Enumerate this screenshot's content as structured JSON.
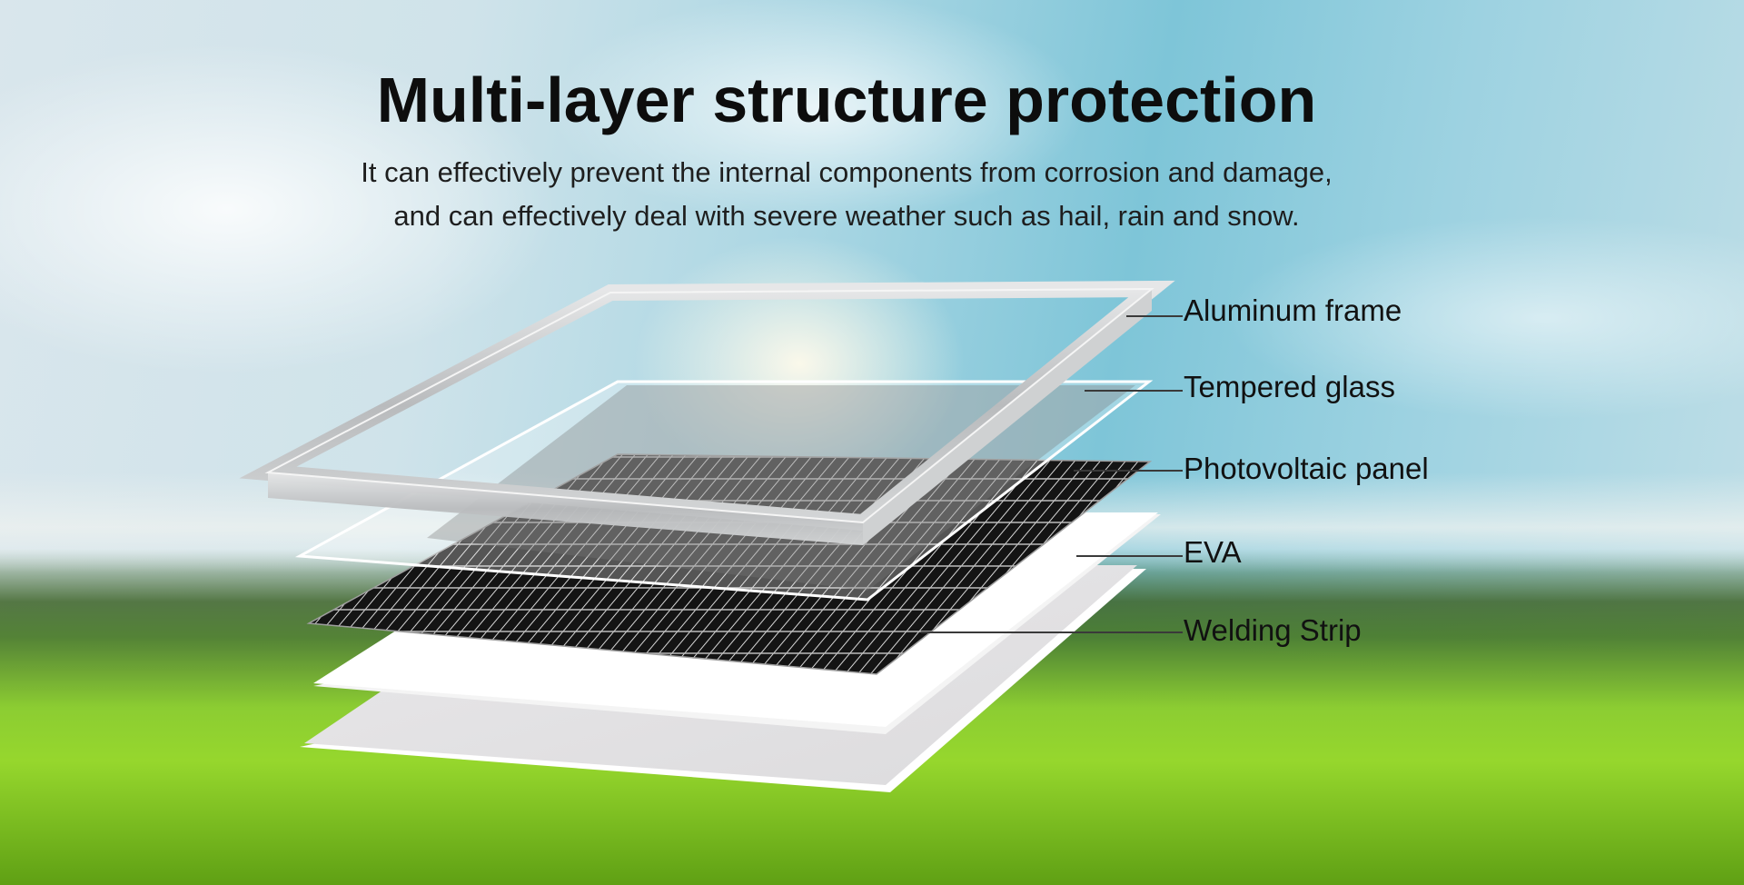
{
  "header": {
    "title": "Multi-layer structure protection",
    "subtitle_line1": "It can effectively prevent the internal components from corrosion and damage,",
    "subtitle_line2": "and can effectively deal with severe weather such as hail, rain and snow."
  },
  "diagram": {
    "layers": [
      {
        "id": "aluminum-frame",
        "label": "Aluminum frame"
      },
      {
        "id": "tempered-glass",
        "label": "Tempered glass"
      },
      {
        "id": "photovoltaic-panel",
        "label": "Photovoltaic panel"
      },
      {
        "id": "eva",
        "label": "EVA"
      },
      {
        "id": "welding-strip",
        "label": "Welding Strip"
      }
    ]
  },
  "colors": {
    "title_text": "#0d0d0d",
    "cell_dark": "#111111",
    "frame_silver": "#c9cbcc",
    "sky": "#7ec5d8",
    "grass": "#8fd32f"
  }
}
